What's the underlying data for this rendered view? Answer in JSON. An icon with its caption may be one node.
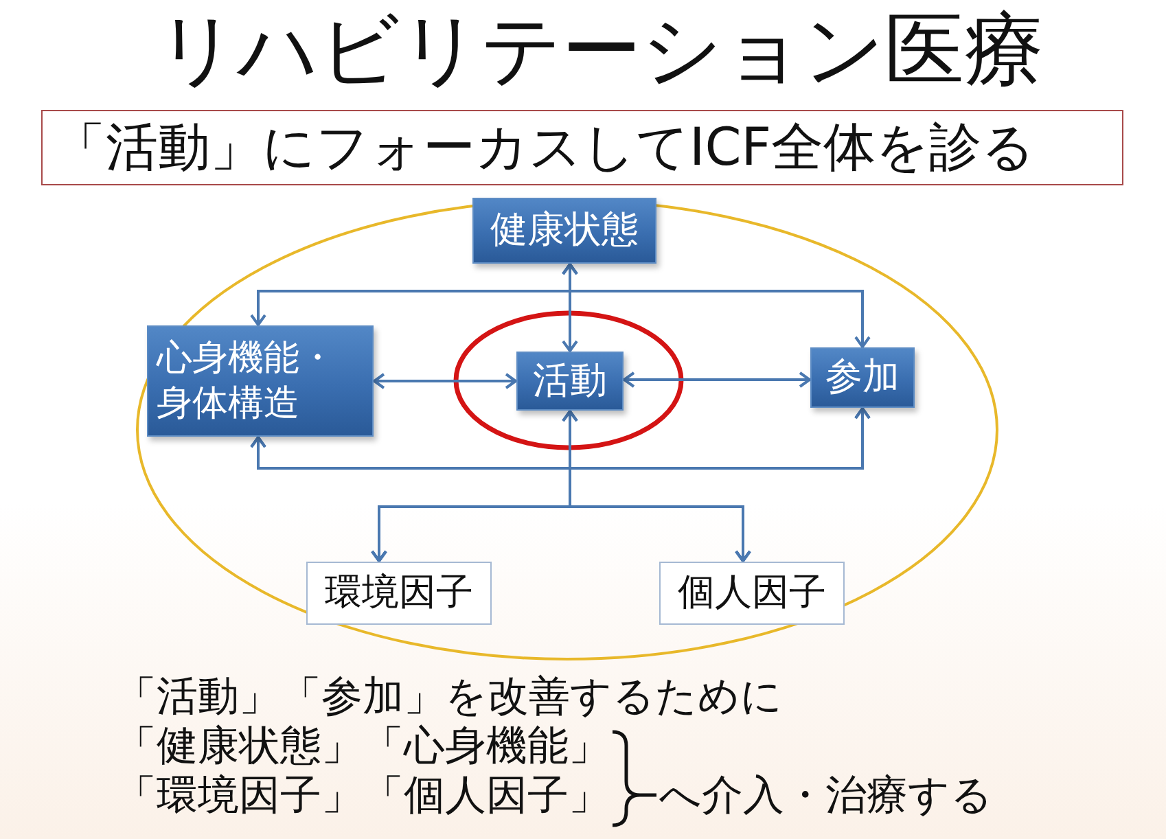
{
  "diagram": {
    "title": "リハビリテーション医療",
    "nodes": [
      {
        "text": [
          "「活動」にフォーカスしてICF全体を診る"
        ]
      },
      {
        "text": [
          "健康状態"
        ]
      },
      {
        "text": [
          "心身機能・身体構造"
        ]
      },
      {
        "text": [
          "活動"
        ]
      },
      {
        "text": [
          "参加"
        ]
      },
      {
        "text": [
          "環境因子"
        ]
      },
      {
        "text": [
          "個人因子"
        ]
      }
    ],
    "edges": [
      {
        "from": 1,
        "to": 2,
        "arrow": "both"
      },
      {
        "from": 1,
        "to": 3,
        "arrow": "both"
      },
      {
        "from": 1,
        "to": 4,
        "arrow": "both"
      },
      {
        "from": 2,
        "to": 3,
        "arrow": "both"
      },
      {
        "from": 3,
        "to": 4,
        "arrow": "both"
      },
      {
        "from": 5,
        "to": 2,
        "arrow": "both"
      },
      {
        "from": 5,
        "to": 3,
        "arrow": "both"
      },
      {
        "from": 5,
        "to": 4,
        "arrow": "both"
      },
      {
        "from": 6,
        "to": 2,
        "arrow": "both"
      },
      {
        "from": 6,
        "to": 3,
        "arrow": "both"
      },
      {
        "from": 6,
        "to": 4,
        "arrow": "both"
      }
    ],
    "labels": [
      "「活動」「参加」を改善するために",
      "「健康状態」「心身機能」",
      "「環境因子」「個人因子」",
      "へ介入・治療する"
    ]
  }
}
